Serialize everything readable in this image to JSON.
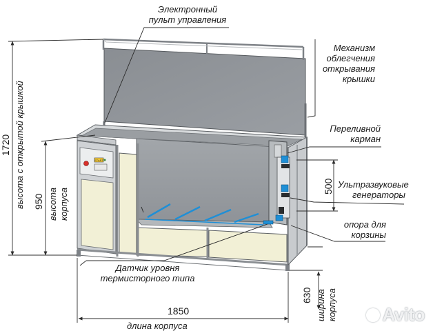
{
  "labels": {
    "control_panel": [
      "Электронный",
      "пульт управления"
    ],
    "lid_mechanism": [
      "Механизм",
      "облегчения",
      "открывания",
      "крышки"
    ],
    "overflow_pocket": [
      "Переливной",
      "карман"
    ],
    "ultrasonic_generators": [
      "Ультразвуковые",
      "генераторы"
    ],
    "basket_support": [
      "опора для",
      "корзины"
    ],
    "level_sensor": [
      "Датчик уровня",
      "термисторного типа"
    ]
  },
  "dimensions": {
    "height_open_value": "1720",
    "height_open_label": "высота с открытой крышкой",
    "body_height_value": "950",
    "body_height_label": [
      "высота",
      "корпуса"
    ],
    "length_value": "1850",
    "length_label": "длина корпуса",
    "width_value": "630",
    "width_label": [
      "ширина",
      "корпуса"
    ],
    "section_value": "500"
  },
  "panel_text": "START",
  "watermark": "Avito",
  "colors": {
    "lid": "#8d9196",
    "tank_inner": "#9ea2a6",
    "cream_panel": "#f2f0d6",
    "frame": "#c9cccf",
    "stroke": "#4a4d50",
    "leader": "#2b2b2b",
    "accent_blue": "#1f8fd6",
    "button_red": "#d9312b"
  }
}
